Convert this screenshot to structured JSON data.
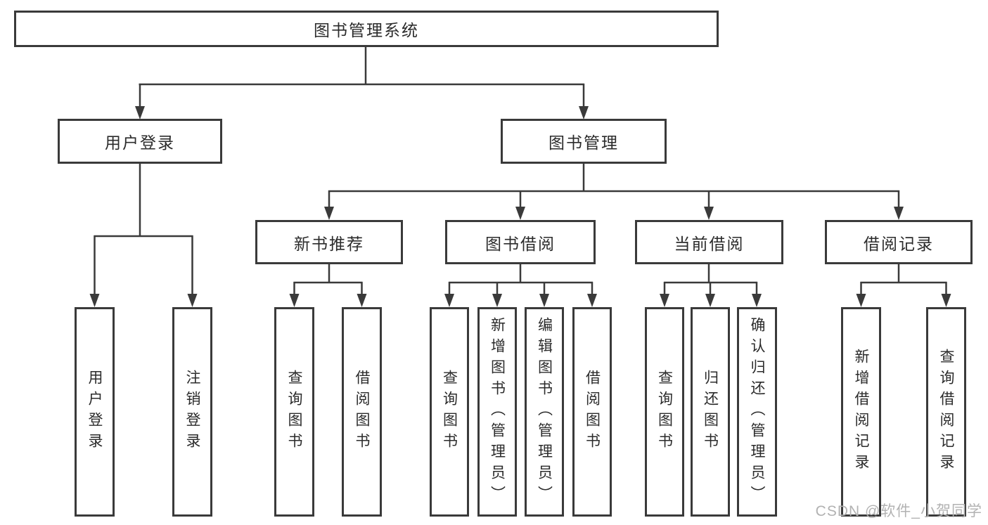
{
  "tree": {
    "root": {
      "label": "图书管理系统",
      "children": [
        {
          "label": "用户登录",
          "children": [
            {
              "label": "用户登录"
            },
            {
              "label": "注销登录"
            }
          ]
        },
        {
          "label": "图书管理",
          "children": [
            {
              "label": "新书推荐",
              "children": [
                {
                  "label": "查询图书"
                },
                {
                  "label": "借阅图书"
                }
              ]
            },
            {
              "label": "图书借阅",
              "children": [
                {
                  "label": "查询图书"
                },
                {
                  "label": "新增图书（管理员）"
                },
                {
                  "label": "编辑图书（管理员）"
                },
                {
                  "label": "借阅图书"
                }
              ]
            },
            {
              "label": "当前借阅",
              "children": [
                {
                  "label": "查询图书"
                },
                {
                  "label": "归还图书"
                },
                {
                  "label": "确认归还（管理员）"
                }
              ]
            },
            {
              "label": "借阅记录",
              "children": [
                {
                  "label": "新增借阅记录"
                },
                {
                  "label": "查询借阅记录"
                }
              ]
            }
          ]
        }
      ]
    }
  },
  "watermark": {
    "text": "CSDN @软件_小贺同学"
  },
  "colors": {
    "line": "#3a3a3a",
    "text": "#2b2b2b",
    "watermark": "#b2b2b2",
    "background": "#ffffff"
  }
}
